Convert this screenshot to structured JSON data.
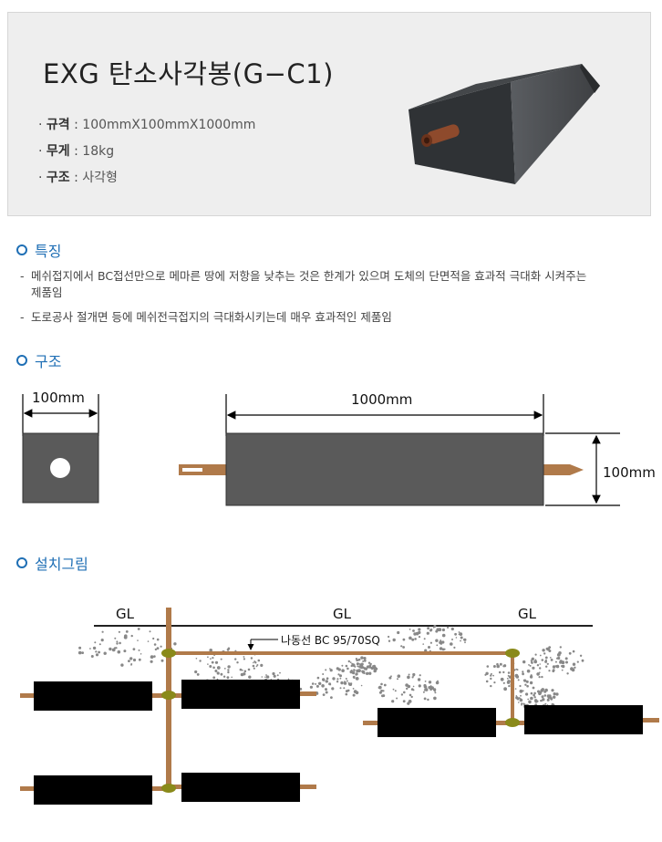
{
  "product": {
    "title": "EXG 탄소사각봉(G−C1)",
    "specs": [
      {
        "label": "규격",
        "value": "100mmX100mmX1000mm"
      },
      {
        "label": "무게",
        "value": "18kg"
      },
      {
        "label": "구조",
        "value": "사각형"
      }
    ]
  },
  "features": {
    "heading": "특징",
    "items": [
      "메쉬접지에서 BC접선만으로 메마른 땅에 저항을 낮추는 것은 한계가 있으며 도체의 단면적을 효과적 극대화 시켜주는",
      "제품임",
      "도로공사 절개면 등에 메쉬전극접지의 극대화시키는데 매우 효과적인 제품임"
    ]
  },
  "structure": {
    "heading": "구조",
    "width_label": "100mm",
    "length_label": "1000mm",
    "height_label": "100mm"
  },
  "install": {
    "heading": "설치그림",
    "gl_labels": [
      "GL",
      "GL",
      "GL"
    ],
    "wire_label": "나동선 BC 95/70SQ"
  },
  "colors": {
    "accent": "#1f6fb5",
    "rod": "#4e4e4e",
    "copper": "#b07a4a",
    "connector": "#8a8a1a"
  }
}
